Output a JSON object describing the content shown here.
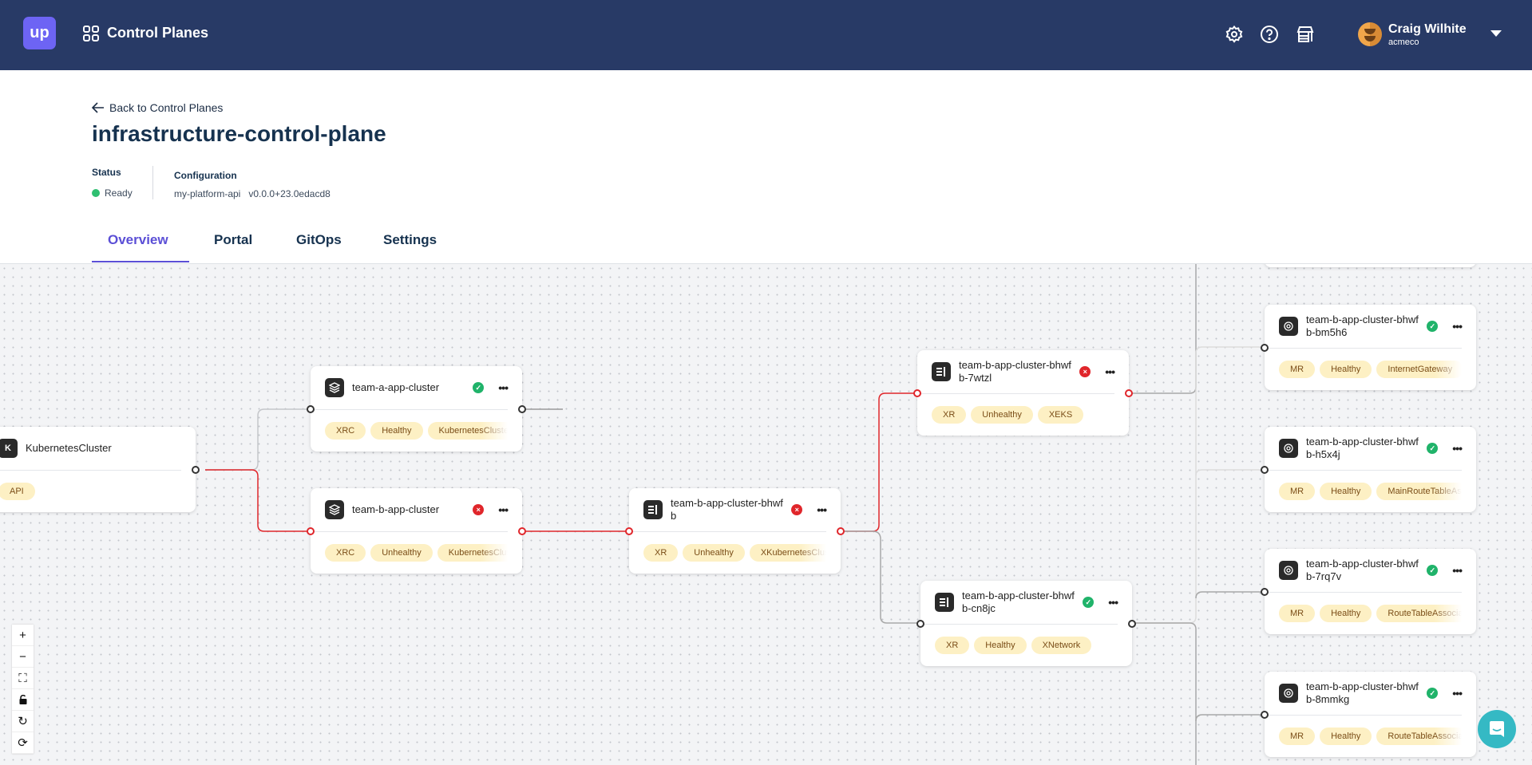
{
  "header": {
    "logo": "up",
    "app_title": "Control Planes",
    "user_name": "Craig Wilhite",
    "user_org": "acmeco",
    "icons": [
      "gear-icon",
      "help-icon",
      "marketplace-icon"
    ]
  },
  "page": {
    "back_label": "Back to Control Planes",
    "title": "infrastructure-control-plane",
    "status_label": "Status",
    "status_value": "Ready",
    "status_color": "#2fbf71",
    "config_label": "Configuration",
    "config_name": "my-platform-api",
    "config_version": "v0.0.0+23.0edacd8"
  },
  "tabs": [
    {
      "label": "Overview",
      "active": true
    },
    {
      "label": "Portal"
    },
    {
      "label": "GitOps"
    },
    {
      "label": "Settings"
    }
  ],
  "nodes": [
    {
      "title": "KubernetesCluster",
      "icon": "kubernetes-icon",
      "status": null,
      "tags": [
        "API"
      ]
    },
    {
      "title": "team-a-app-cluster",
      "icon": "layers-icon",
      "status": "healthy",
      "tags": [
        "XRC",
        "Healthy",
        "KubernetesCluster"
      ]
    },
    {
      "title": "team-b-app-cluster",
      "icon": "layers-icon",
      "status": "unhealthy",
      "tags": [
        "XRC",
        "Unhealthy",
        "KubernetesCluster"
      ]
    },
    {
      "title": "team-b-app-cluster-bhwfb",
      "icon": "list-icon",
      "status": "unhealthy",
      "tags": [
        "XR",
        "Unhealthy",
        "XKubernetesCluster"
      ]
    },
    {
      "title": "team-b-app-cluster-bhwfb-7wtzl",
      "icon": "list-icon",
      "status": "unhealthy",
      "tags": [
        "XR",
        "Unhealthy",
        "XEKS"
      ]
    },
    {
      "title": "team-b-app-cluster-bhwfb-cn8jc",
      "icon": "list-icon",
      "status": "healthy",
      "tags": [
        "XR",
        "Healthy",
        "XNetwork"
      ]
    },
    {
      "title": "team-b-app-cluster-bhwfb-bm5h6",
      "icon": "target-icon",
      "status": "healthy",
      "tags": [
        "MR",
        "Healthy",
        "InternetGateway"
      ]
    },
    {
      "title": "team-b-app-cluster-bhwfb-h5x4j",
      "icon": "target-icon",
      "status": "healthy",
      "tags": [
        "MR",
        "Healthy",
        "MainRouteTableAssociation"
      ]
    },
    {
      "title": "team-b-app-cluster-bhwfb-7rq7v",
      "icon": "target-icon",
      "status": "healthy",
      "tags": [
        "MR",
        "Healthy",
        "RouteTableAssociation"
      ]
    },
    {
      "title": "team-b-app-cluster-bhwfb-8mmkg",
      "icon": "target-icon",
      "status": "healthy",
      "tags": [
        "MR",
        "Healthy",
        "RouteTableAssociation"
      ]
    }
  ],
  "zoom_controls": [
    "zoom-in",
    "zoom-out",
    "fit-view",
    "lock",
    "rotate",
    "refresh"
  ],
  "colors": {
    "topbar": "#283a66",
    "accent": "#5b4fd6",
    "unhealthy": "#e0262b",
    "healthy": "#20b36a",
    "tag_bg": "#fdf0c4"
  }
}
